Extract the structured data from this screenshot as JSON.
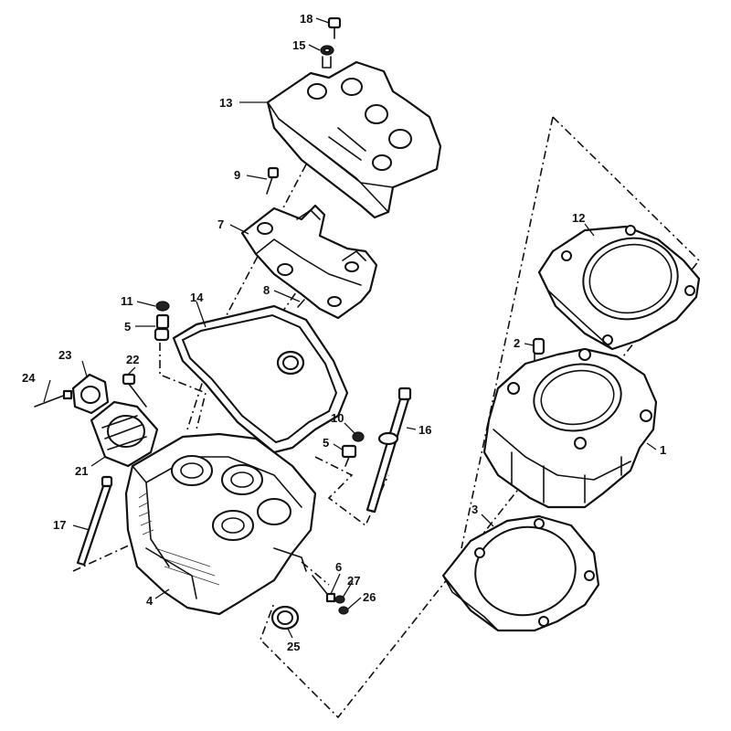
{
  "diagram": {
    "callouts": {
      "c1": "1",
      "c2": "2",
      "c3": "3",
      "c4": "4",
      "c5a": "5",
      "c5b": "5",
      "c6": "6",
      "c7": "7",
      "c8": "8",
      "c9": "9",
      "c10": "10",
      "c11": "11",
      "c12": "12",
      "c13": "13",
      "c14": "14",
      "c15": "15",
      "c16": "16",
      "c17": "17",
      "c18": "18",
      "c21": "21",
      "c22": "22",
      "c23": "23",
      "c24": "24",
      "c25": "25",
      "c26": "26",
      "c27": "27"
    },
    "colors": {
      "line": "#111111",
      "background": "#ffffff"
    }
  }
}
